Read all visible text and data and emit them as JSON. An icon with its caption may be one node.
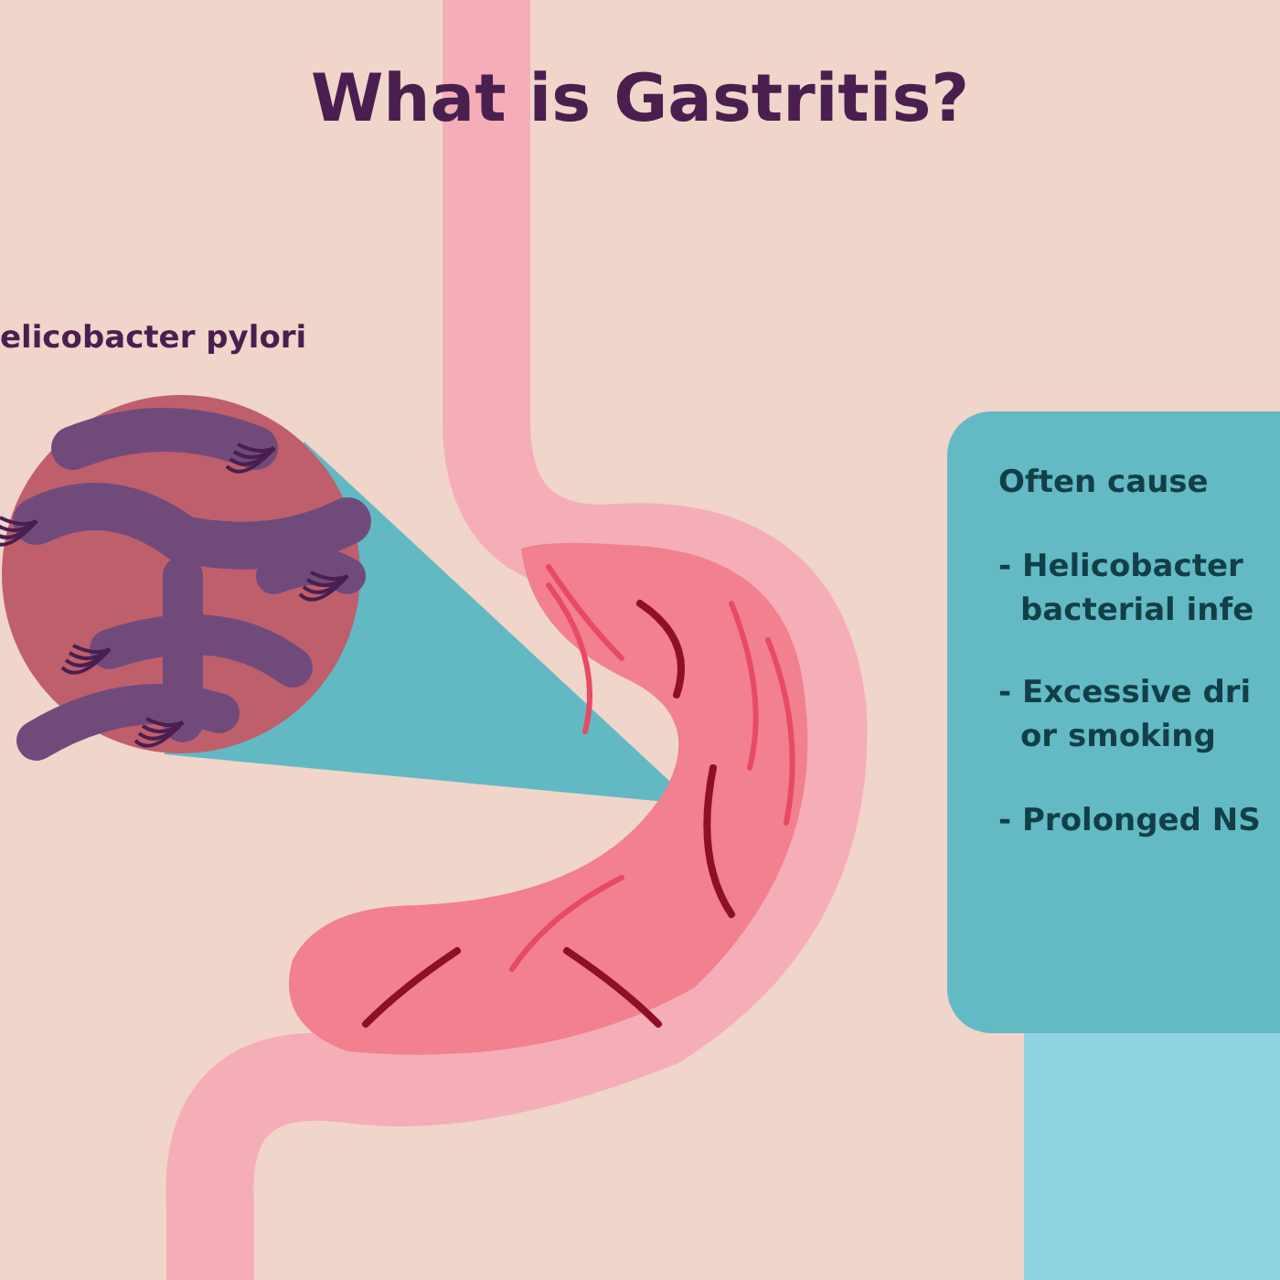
{
  "diagram": {
    "title": "What is Gastritis?",
    "nodes": [
      {
        "text": [
          "elicobacter pylori"
        ]
      },
      {
        "text": [],
        "shape": "picture"
      },
      {
        "text": [
          "Often cause",
          "- Helicobacter bacterial infe",
          "- Excessive dri or smoking",
          "- Prolonged NS"
        ]
      },
      {
        "text": [],
        "shape": "bar"
      }
    ]
  }
}
